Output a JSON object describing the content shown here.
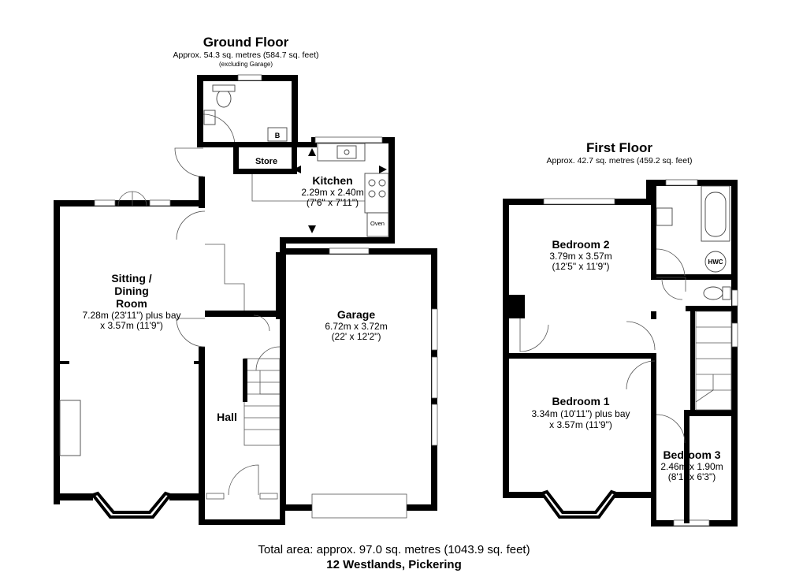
{
  "ground_floor": {
    "title": "Ground Floor",
    "area": "Approx. 54.3 sq. metres (584.7 sq. feet)",
    "note": "(excluding Garage)",
    "rooms": {
      "sitting": {
        "name1": "Sitting /",
        "name2": "Dining",
        "name3": "Room",
        "dim1": "7.28m (23'11\") plus bay",
        "dim2": "x 3.57m (11'9\")"
      },
      "kitchen": {
        "name": "Kitchen",
        "dim1": "2.29m x 2.40m",
        "dim2": "(7'6\" x 7'11\")"
      },
      "garage": {
        "name": "Garage",
        "dim1": "6.72m x 3.72m",
        "dim2": "(22' x 12'2\")"
      },
      "store": {
        "name": "Store"
      },
      "hall": {
        "name": "Hall"
      },
      "boiler": "B",
      "oven": "Oven"
    }
  },
  "first_floor": {
    "title": "First Floor",
    "area": "Approx. 42.7 sq. metres (459.2 sq. feet)",
    "rooms": {
      "bedroom2": {
        "name": "Bedroom 2",
        "dim1": "3.79m x 3.57m",
        "dim2": "(12'5\" x 11'9\")"
      },
      "bedroom1": {
        "name": "Bedroom 1",
        "dim1": "3.34m (10'11\") plus bay",
        "dim2": "x 3.57m (11'9\")"
      },
      "bedroom3": {
        "name": "Bedroom 3",
        "dim1": "2.46m x 1.90m",
        "dim2": "(8'1\" x 6'3\")"
      },
      "hwc": "HWC"
    }
  },
  "footer": {
    "total": "Total area: approx. 97.0 sq. metres (1043.9 sq. feet)",
    "address": "12 Westlands, Pickering"
  }
}
